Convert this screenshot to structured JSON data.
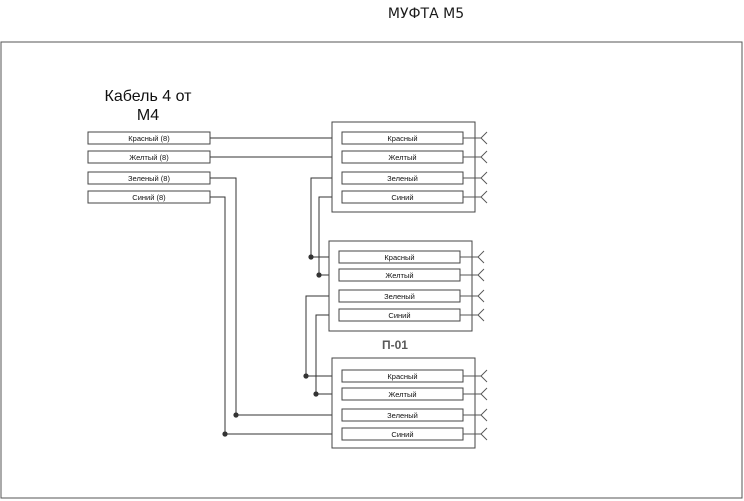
{
  "title": "МУФТА М5",
  "cable_label_line1": "Кабель 4 от",
  "cable_label_line2": "М4",
  "block_label_fragments": [
    "",
    "",
    "П-01"
  ],
  "source_fibers": [
    "Красный (8)",
    "Желтый (8)",
    "Зеленый (8)",
    "Синий (8)"
  ],
  "blocks": [
    {
      "fibers": [
        "Красный",
        "Желтый",
        "Зеленый",
        "Синий"
      ]
    },
    {
      "fibers": [
        "Красный",
        "Желтый",
        "Зеленый",
        "Синий"
      ]
    },
    {
      "fibers": [
        "Красный",
        "Желтый",
        "Зеленый",
        "Синий"
      ]
    }
  ],
  "colors": {
    "line": "#333333",
    "frame": "#555555"
  }
}
